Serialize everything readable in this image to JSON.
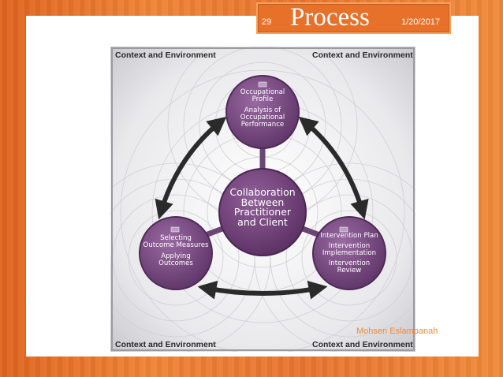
{
  "slide": {
    "number": "29",
    "title": "Process",
    "date": "1/20/2017",
    "author": "Mohsen Eslampanah"
  },
  "diagram": {
    "context_labels": {
      "top_left": "Context and Environment",
      "top_right": "Context and Environment",
      "bottom_left": "Context and Environment",
      "bottom_right": "Context and Environment"
    },
    "center": [
      "Collaboration",
      "Between",
      "Practitioner",
      "and Client"
    ],
    "top_node": {
      "heading": [
        "Occupational",
        "Profile"
      ],
      "sub": [
        "Analysis of",
        "Occupational",
        "Performance"
      ]
    },
    "right_node": {
      "heading": [
        "Intervention Plan"
      ],
      "sub1": [
        "Intervention",
        "Implementation"
      ],
      "sub2": [
        "Intervention",
        "Review"
      ]
    },
    "left_node": {
      "heading": [
        "Selecting",
        "Outcome Measures"
      ],
      "sub": [
        "Applying",
        "Outcomes"
      ]
    },
    "colors": {
      "node": "#7a4a83",
      "center": "#6f4079",
      "arrow": "#2a2a2a",
      "accent": "#e8712a"
    }
  }
}
